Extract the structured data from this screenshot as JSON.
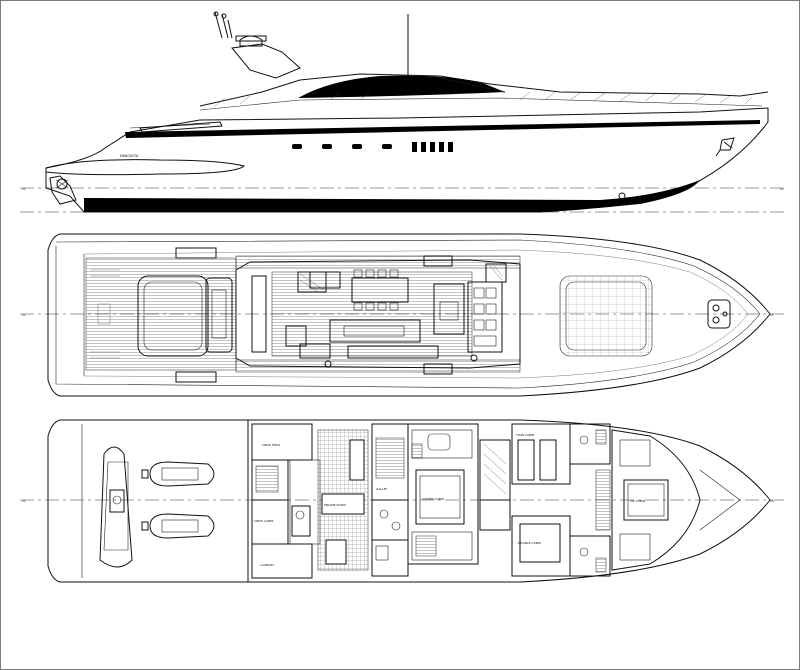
{
  "drawing": {
    "brand_label": "MANGUSTA",
    "centerline_marks": [
      "CL",
      "CL",
      "CL",
      "CL",
      "CL",
      "CL"
    ],
    "rooms": {
      "crew_mess": "CREW MESS",
      "laundry": "LAUNDRY",
      "galley": "GALLEY",
      "engine": "ENGINE ROOM",
      "owner_cabin": "OWNER CABIN",
      "guest_cabin_1": "DOUBLE CABIN",
      "guest_cabin_2": "TWIN CABIN",
      "vip_cabin": "VIP CABIN",
      "crew_cabin": "CREW CABIN"
    }
  }
}
